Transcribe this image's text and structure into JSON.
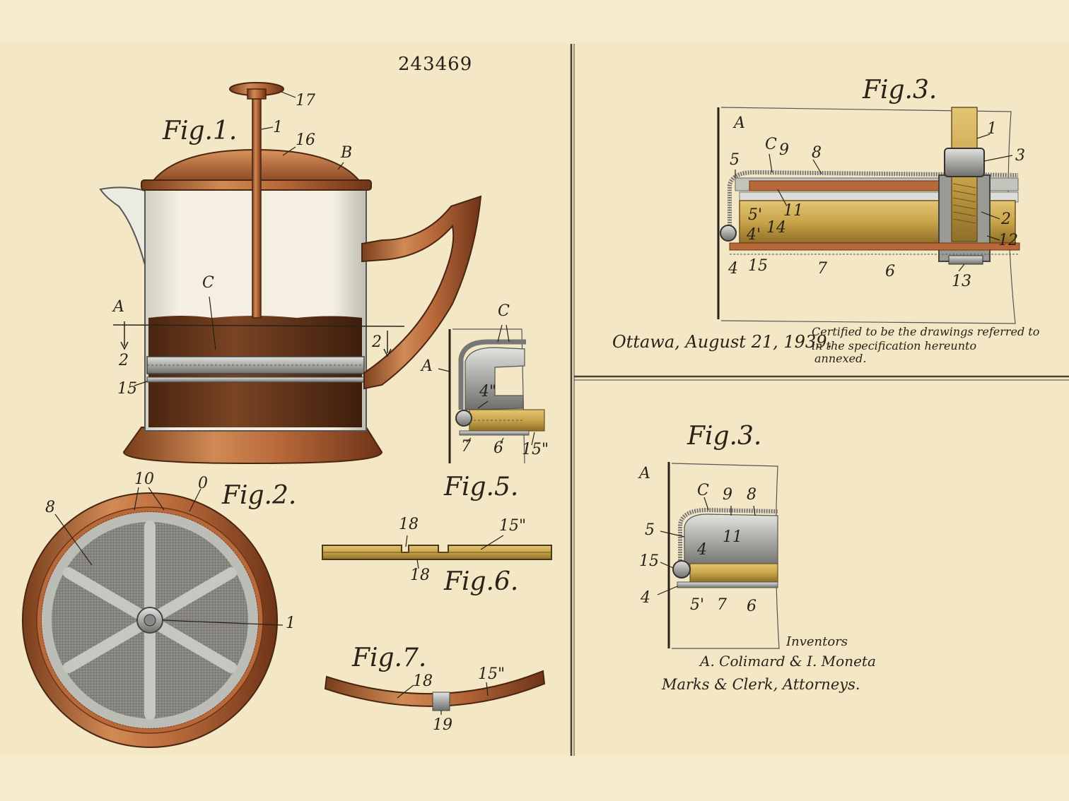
{
  "patent_number": "243469",
  "figures": {
    "fig1": "Fig.1.",
    "fig2": "Fig.2.",
    "fig3a": "Fig.3.",
    "fig3b": "Fig.3.",
    "fig5": "Fig.5.",
    "fig6": "Fig.6.",
    "fig7": "Fig.7."
  },
  "fig1_labels": [
    "17",
    "1",
    "16",
    "B",
    "C",
    "A",
    "2",
    "2",
    "15"
  ],
  "fig2_labels": [
    "10",
    "0",
    "8",
    "1"
  ],
  "fig3a_labels": [
    "A",
    "C",
    "9",
    "8",
    "5",
    "1",
    "3",
    "11",
    "5'",
    "14",
    "4'",
    "2",
    "12",
    "4",
    "15",
    "7",
    "6",
    "13"
  ],
  "fig3b_labels": [
    "A",
    "C",
    "9",
    "8",
    "5",
    "11",
    "4",
    "15",
    "4",
    "5'",
    "7",
    "6"
  ],
  "fig5_labels": [
    "C",
    "A",
    "4\"",
    "7",
    "6",
    "15\""
  ],
  "fig6_labels": [
    "18",
    "15\"",
    "18"
  ],
  "fig7_labels": [
    "18",
    "15\"",
    "19"
  ],
  "inscriptions": {
    "date": "Ottawa, August 21, 1939.",
    "certified": [
      "Certified to be the drawings referred to",
      "in the specification hereunto",
      "annexed."
    ],
    "inventors_label": "Inventors",
    "inventors": "A. Colimard & I. Moneta",
    "attorneys": "Marks & Clerk, Attorneys."
  },
  "colors": {
    "paper": "#f3e7c6",
    "copper": "#b8693a",
    "brass": "#c9a44a",
    "coffee": "#6b3a1f",
    "ink": "#2a2118",
    "steel": "#a8a8a4"
  }
}
